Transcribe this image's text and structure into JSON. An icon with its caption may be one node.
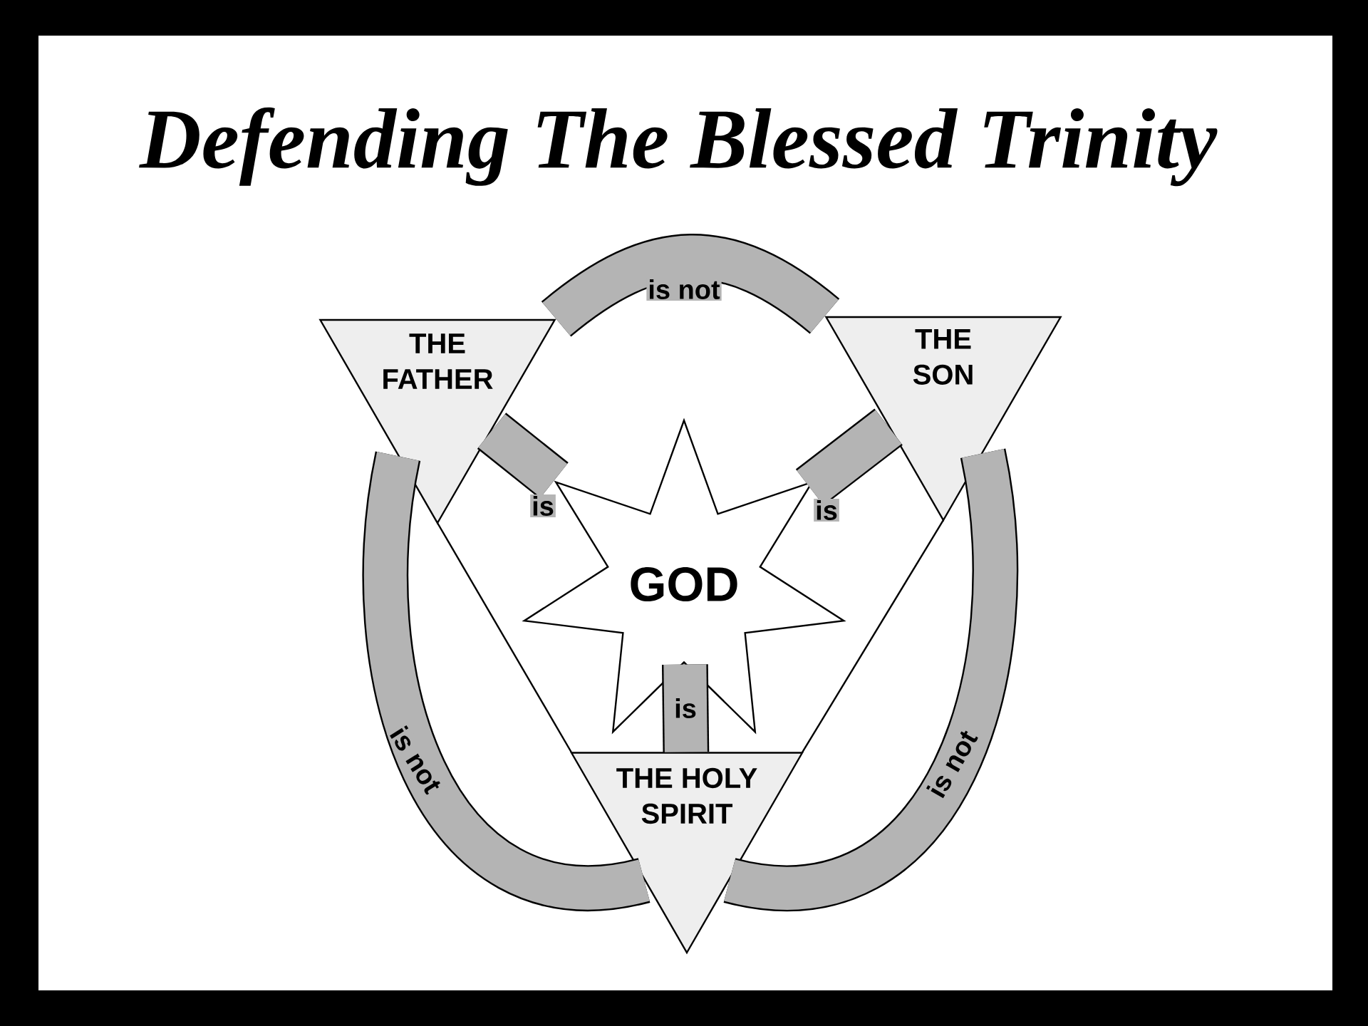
{
  "diagram": {
    "title": "Defending The Blessed Trinity",
    "nodes": [
      {
        "text": [
          "THE FATHER"
        ]
      },
      {
        "text": [
          "THE SON"
        ]
      },
      {
        "text": [
          "THE HOLY SPIRIT"
        ]
      },
      {
        "text": [
          "GOD"
        ]
      }
    ],
    "edges": [
      {
        "from": 0,
        "to": 3,
        "arrow": "none",
        "label": "is"
      },
      {
        "from": 1,
        "to": 3,
        "arrow": "none",
        "label": "is"
      },
      {
        "from": 2,
        "to": 3,
        "arrow": "none",
        "label": "is"
      },
      {
        "from": 0,
        "to": 1,
        "arrow": "none",
        "label": "is not"
      },
      {
        "from": 0,
        "to": 2,
        "arrow": "none",
        "label": "is not"
      },
      {
        "from": 1,
        "to": 2,
        "arrow": "none",
        "label": "is not"
      }
    ]
  }
}
